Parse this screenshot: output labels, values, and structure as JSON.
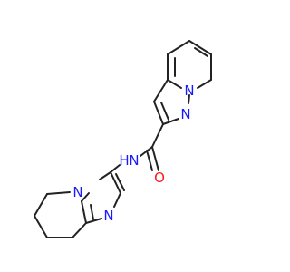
{
  "colors": {
    "bond": "#222222",
    "nitrogen": "#1a1aff",
    "oxygen": "#ff1a1a",
    "background": "#ffffff"
  },
  "atoms": {
    "n_pyrazole_bridge": "N",
    "n_pyrazole_2": "N",
    "n_amide": "N",
    "h_amide": "H",
    "o_carbonyl": "O",
    "n_imidazole_bridge": "N",
    "n_imidazole_1": "N"
  }
}
